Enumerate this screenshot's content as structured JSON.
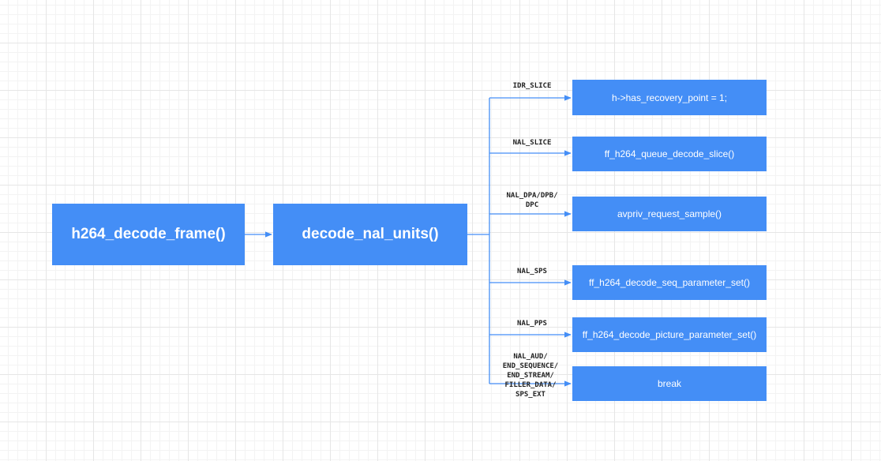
{
  "nodes": {
    "frame": "h264_decode_frame()",
    "nal_units": "decode_nal_units()"
  },
  "branches": [
    {
      "label": "IDR_SLICE",
      "target": "h->has_recovery_point = 1;"
    },
    {
      "label": "NAL_SLICE",
      "target": "ff_h264_queue_decode_slice()"
    },
    {
      "label": "NAL_DPA/DPB/\nDPC",
      "target": "avpriv_request_sample()"
    },
    {
      "label": "NAL_SPS",
      "target": "ff_h264_decode_seq_parameter_set()"
    },
    {
      "label": "NAL_PPS",
      "target": "ff_h264_decode_picture_parameter_set()"
    },
    {
      "label": "NAL_AUD/\nEND_SEQUENCE/\nEND_STREAM/\nFILLER_DATA/\nSPS_EXT",
      "target": "break"
    }
  ],
  "colors": {
    "node_fill": "#448ef6",
    "connector": "#448ef6"
  }
}
